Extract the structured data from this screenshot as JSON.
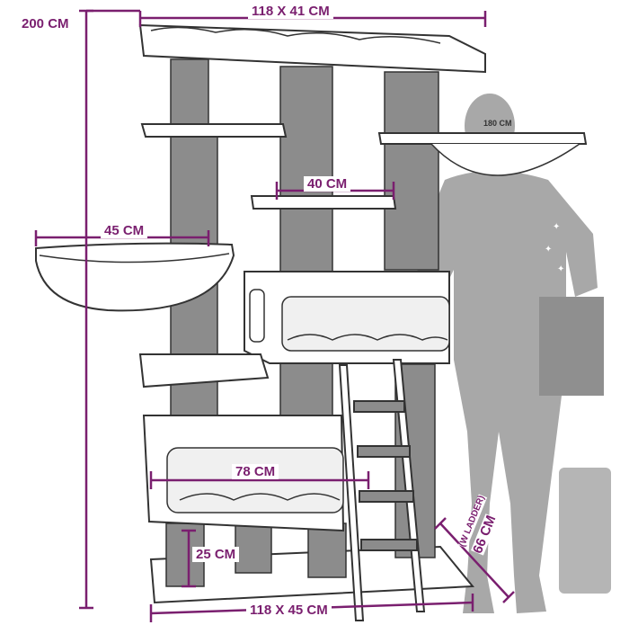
{
  "colors": {
    "accent": "#7a1f6f",
    "post": "#8c8c8c",
    "post_dark": "#6f6f6f",
    "outline": "#333333",
    "silhouette": "#a8a8a8",
    "fill": "#ffffff"
  },
  "dimensions": {
    "top_width": "118 X 41 CM",
    "total_height": "200 CM",
    "person_height": "180 CM",
    "middle_shelf": "40 CM",
    "hammock": "45 CM",
    "lower_bed": "78 CM",
    "base_height": "25 CM",
    "base_width": "118 X 45 CM",
    "ladder_label": "(W LADDER)",
    "ladder_depth": "66 CM"
  }
}
